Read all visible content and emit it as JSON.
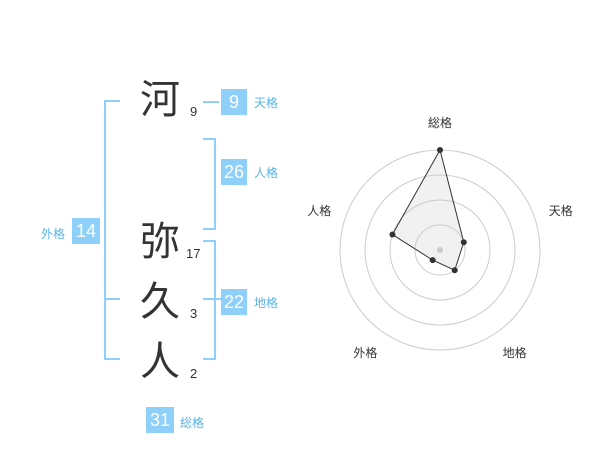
{
  "name": {
    "chars": [
      {
        "kanji": "河",
        "strokes": "9"
      },
      {
        "kanji": "弥",
        "strokes": "17"
      },
      {
        "kanji": "久",
        "strokes": "3"
      },
      {
        "kanji": "人",
        "strokes": "2"
      }
    ]
  },
  "kakusu": {
    "tenkaku": {
      "value": "9",
      "label": "天格"
    },
    "jinkaku": {
      "value": "26",
      "label": "人格"
    },
    "chikaku": {
      "value": "22",
      "label": "地格"
    },
    "gaikaku": {
      "value": "14",
      "label": "外格"
    },
    "soukaku": {
      "value": "31",
      "label": "総格"
    }
  },
  "colors": {
    "accent": "#8fd0fb",
    "label": "#5ab4e6",
    "text": "#333333"
  },
  "chart_data": {
    "type": "radar",
    "axes": [
      "総格",
      "天格",
      "地格",
      "外格",
      "人格"
    ],
    "values": [
      4,
      1,
      1,
      0.5,
      2
    ],
    "max": 4,
    "rings": 4
  }
}
